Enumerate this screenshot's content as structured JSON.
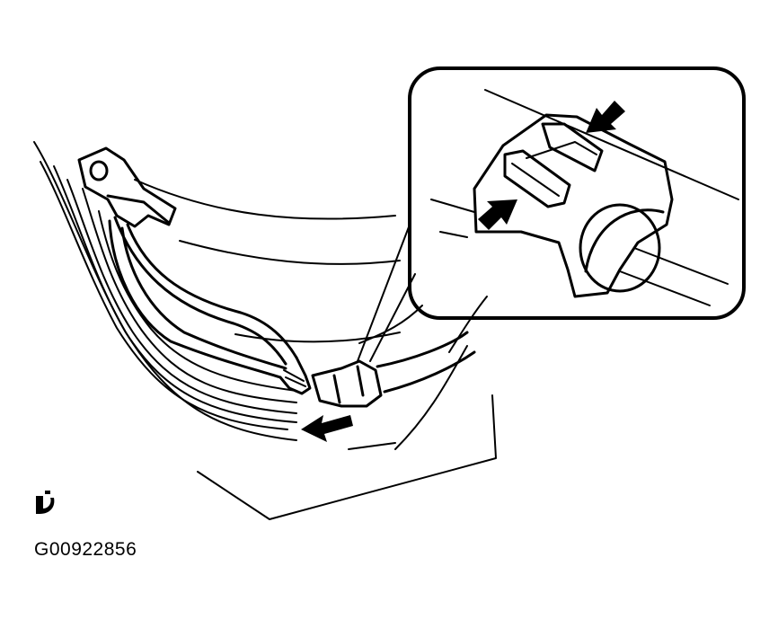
{
  "figure": {
    "id_label": "G00922856",
    "logo_name": "publisher-mark-icon",
    "ink_color": "#000000",
    "background_color": "#ffffff"
  },
  "detail_view": {
    "shape": "rounded-rectangle",
    "arrows": [
      {
        "name": "press-arrow-upper-right",
        "direction": "down-left"
      },
      {
        "name": "press-arrow-lower-left",
        "direction": "up-right"
      }
    ]
  },
  "main_view": {
    "arrows": [
      {
        "name": "pull-direction-arrow",
        "direction": "left"
      }
    ]
  }
}
